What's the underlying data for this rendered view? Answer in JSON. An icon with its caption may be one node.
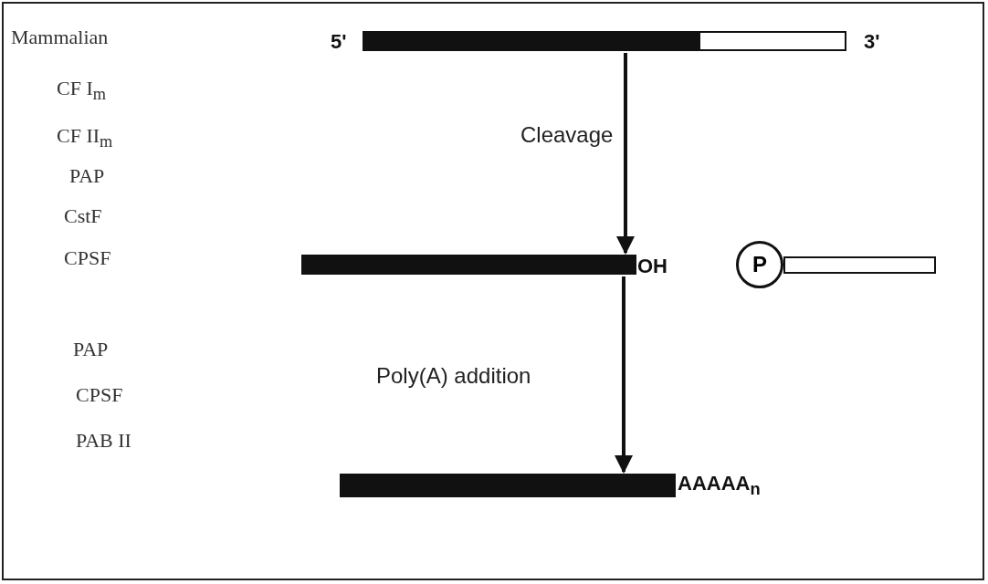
{
  "diagram": {
    "nodes": [
      {
        "text": [],
        "shape": "bar",
        "beside": [
          "5'",
          "3'"
        ]
      },
      {
        "text": [],
        "shape": "bar",
        "beside": [
          "OH"
        ]
      },
      {
        "text": [
          "P"
        ]
      },
      {
        "text": [],
        "shape": "bar"
      },
      {
        "text": [],
        "shape": "bar",
        "beside": [
          "AAAAA$_{n}$"
        ]
      }
    ],
    "edges": [
      {
        "from": 0,
        "to": 1,
        "arrow": "to",
        "label": "Cleavage"
      },
      {
        "from": 1,
        "to": 4,
        "arrow": "to",
        "label": "Poly(A) addition"
      }
    ],
    "labels": [
      "Mammalian",
      "CF I$_{m}$",
      "CF II$_{m}$",
      "PAP",
      "CstF",
      "CPSF",
      "PAP",
      "CPSF",
      "PAB II"
    ]
  }
}
